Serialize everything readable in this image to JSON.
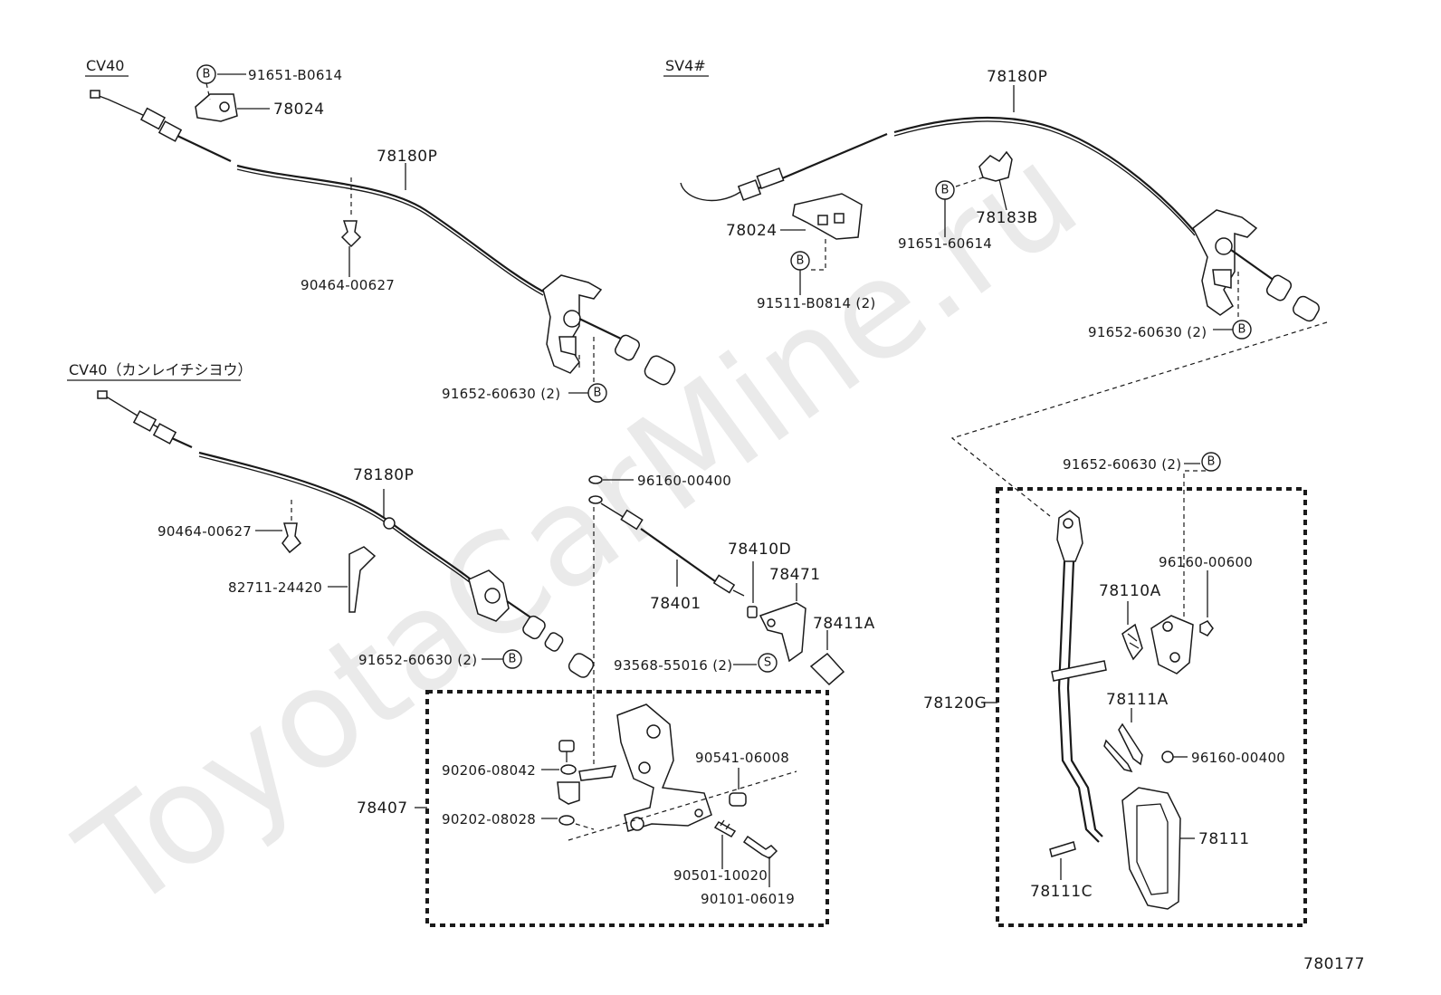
{
  "watermark": "ToyotaCarMine.ru",
  "diagram_code": "780177",
  "sections": {
    "cv40": "CV40",
    "sv4": "SV4#",
    "cv40_cold": "CV40（カンレイチシヨウ）"
  },
  "symbols": {
    "b": "B",
    "s": "S"
  },
  "labels": {
    "cv40_91651": "91651-B0614",
    "cv40_78024": "78024",
    "cv40_78180p": "78180P",
    "cv40_90464": "90464-00627",
    "cv40_91652": "91652-60630 (2)",
    "sv4_78180p": "78180P",
    "sv4_78183b": "78183B",
    "sv4_91651": "91651-60614",
    "sv4_78024": "78024",
    "sv4_91511": "91511-B0814 (2)",
    "sv4_91652": "91652-60630 (2)",
    "cold_78180p": "78180P",
    "cold_90464": "90464-00627",
    "cold_82711": "82711-24420",
    "cold_91652": "91652-60630 (2)",
    "p_96160_00400_top": "96160-00400",
    "p_78410d": "78410D",
    "p_78471": "78471",
    "p_78401": "78401",
    "p_78411a": "78411A",
    "p_93568": "93568-55016 (2)",
    "p_78407": "78407",
    "p_90206": "90206-08042",
    "p_90541": "90541-06008",
    "p_90202": "90202-08028",
    "p_90501": "90501-10020",
    "p_90101": "90101-06019",
    "r_91652": "91652-60630 (2)",
    "r_96160_00600": "96160-00600",
    "r_78110a": "78110A",
    "r_78120g": "78120G",
    "r_78111a": "78111A",
    "r_96160_00400": "96160-00400",
    "r_78111": "78111",
    "r_78111c": "78111C"
  }
}
